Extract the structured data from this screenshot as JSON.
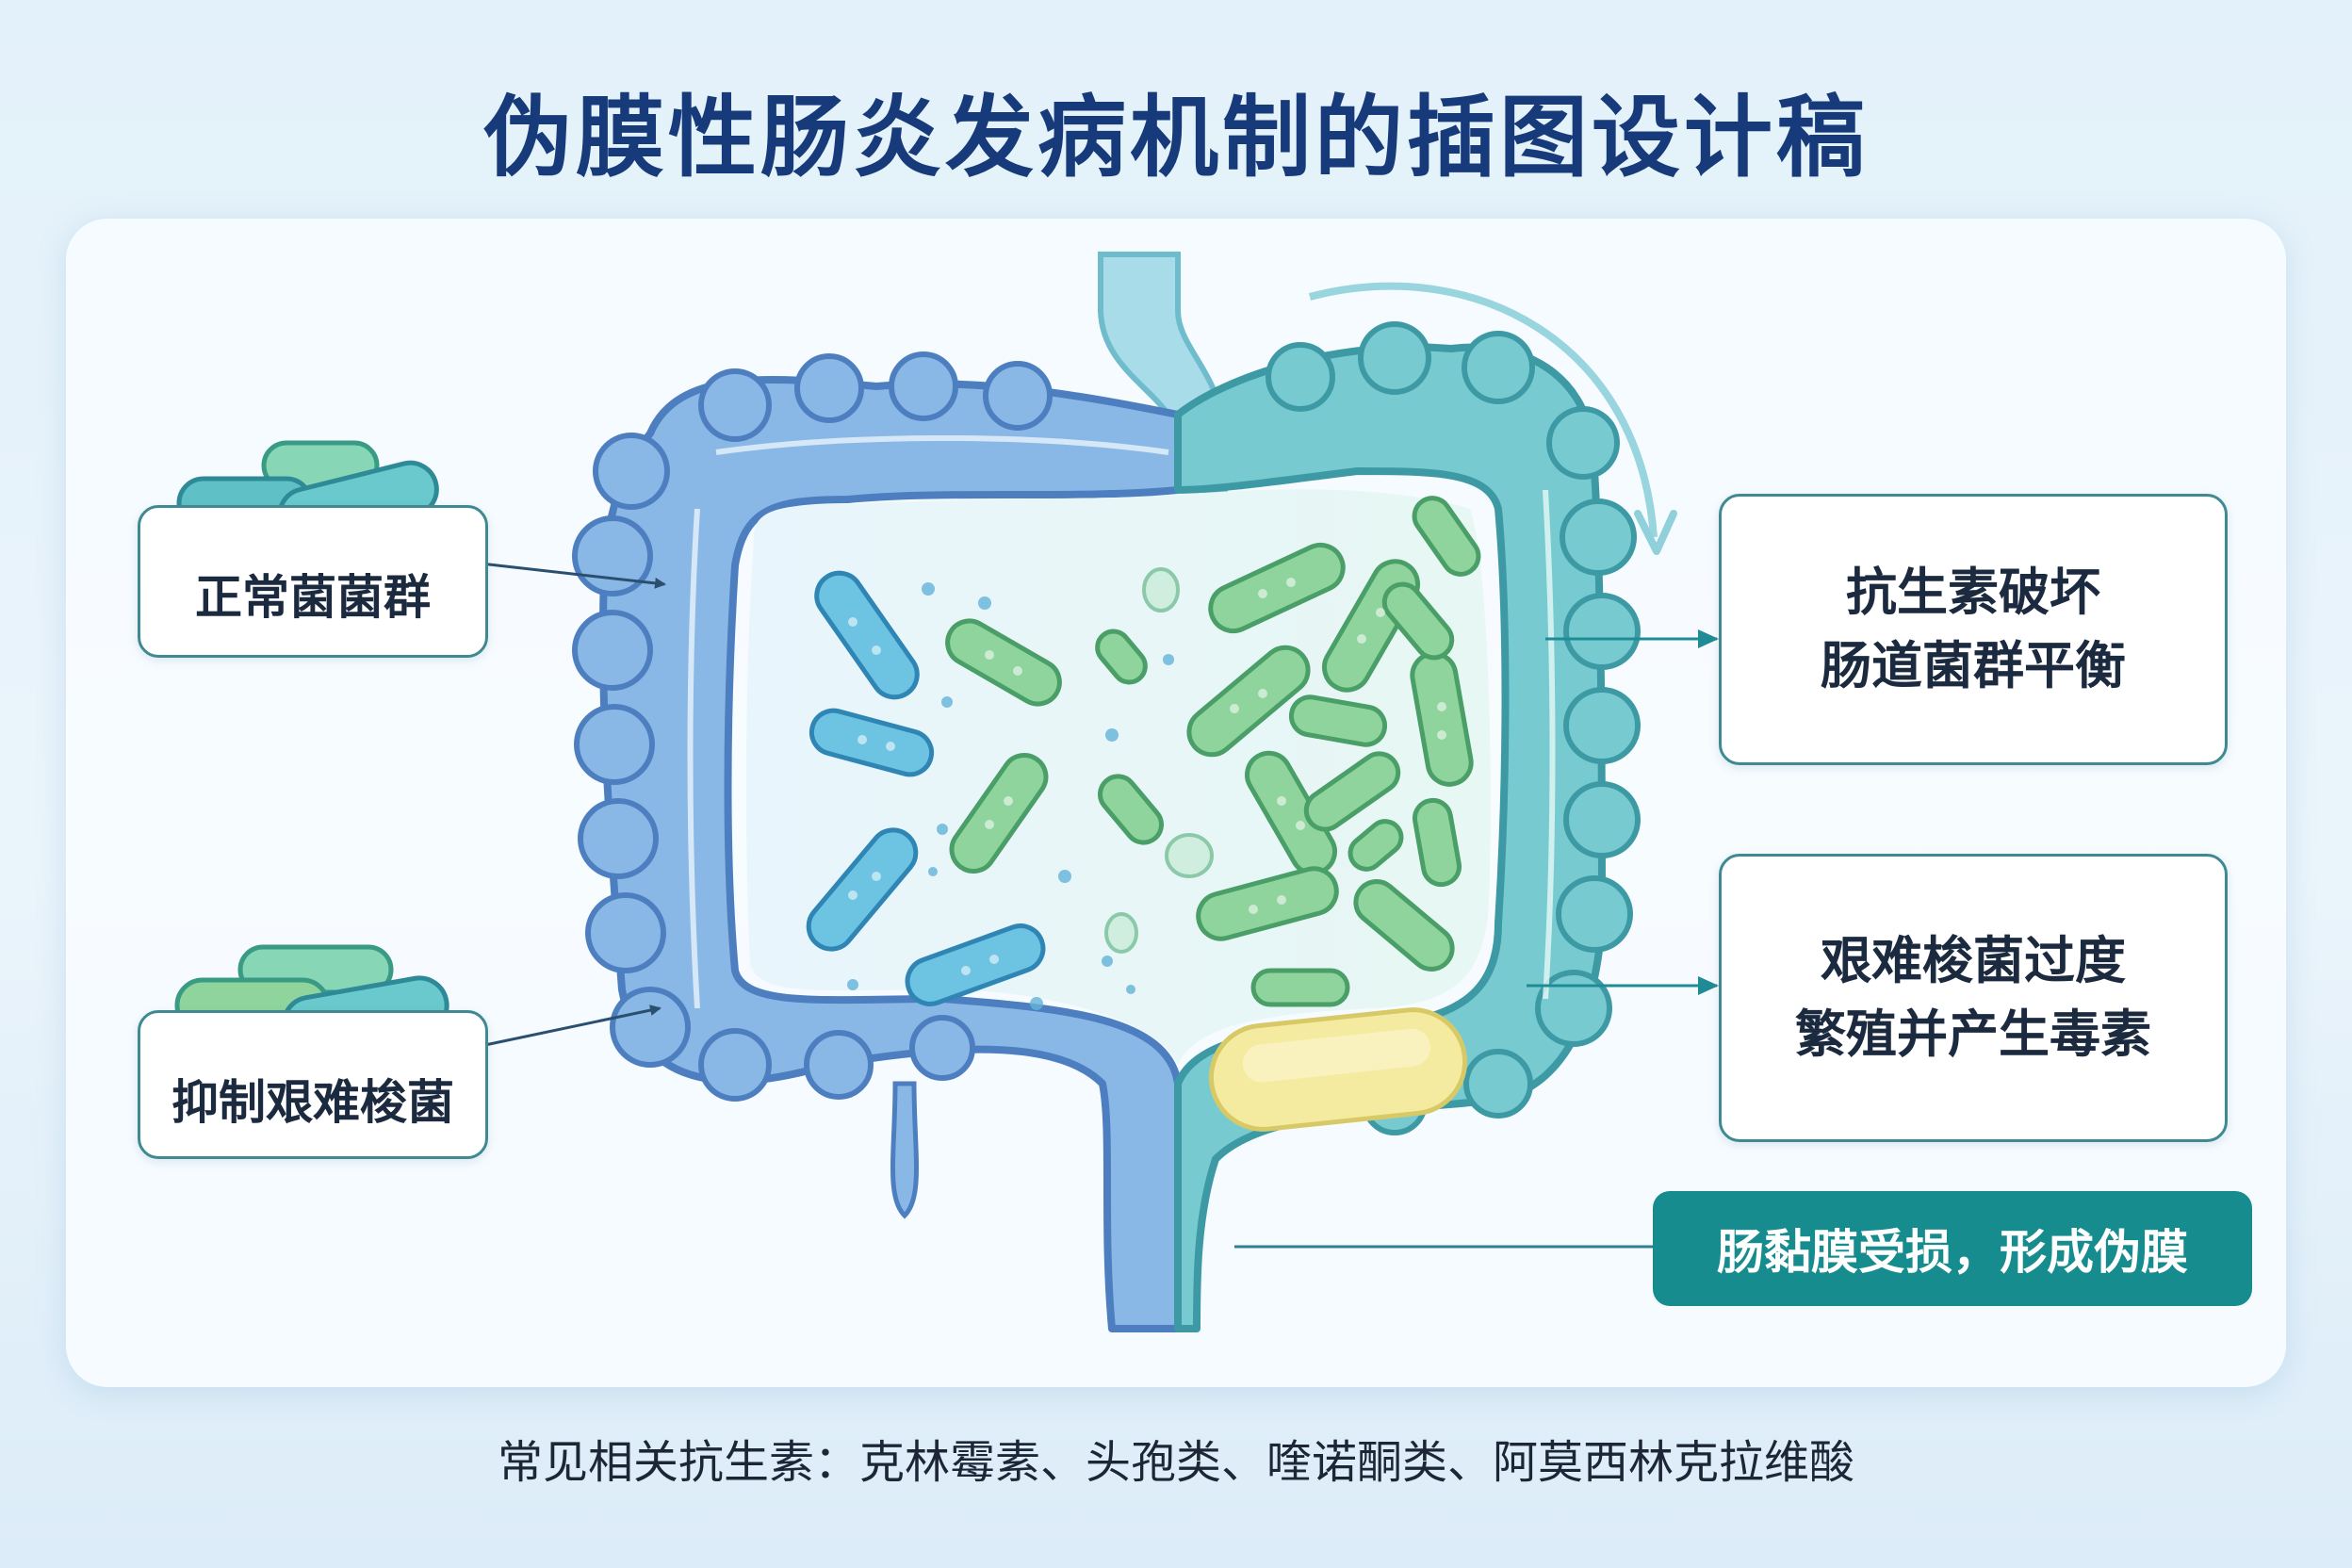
{
  "title": "伪膜性肠炎发病机制的插图设计稿",
  "labels": {
    "normal_flora": "正常菌菌群",
    "inhibit_cdiff": "抑制艰难梭菌",
    "antibiotic_line1": "抗生素破坏",
    "antibiotic_line2": "肠道菌群平衡",
    "cdiff_line1": "艰难梭菌过度",
    "cdiff_line2": "繁殖并产生毒素",
    "pseudomembrane": "肠黏膜受损，形成伪膜"
  },
  "footer": "常见相关抗生素：克林霉素、头孢类、喹诺酮类、阿莫西林克拉维酸",
  "colors": {
    "title": "#173a7a",
    "colon_blue": "#8ab8e6",
    "colon_teal": "#77cbd0",
    "bacteria_blue": "#6dc3e2",
    "bacteria_green": "#8fd49c",
    "pseudomembrane": "#f5eba0",
    "box_border": "#3f8a92",
    "dark_label": "#178c8f"
  },
  "icons": [
    "bacteria-cluster-icon",
    "colon-illustration",
    "arrow-icon"
  ]
}
